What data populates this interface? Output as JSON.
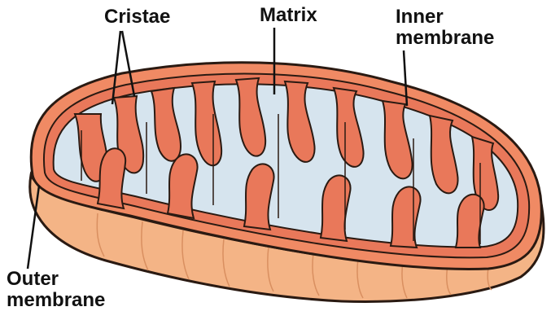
{
  "labels": {
    "cristae": "Cristae",
    "matrix": "Matrix",
    "inner_membrane_line1": "Inner",
    "inner_membrane_line2": "membrane",
    "outer_membrane_line1": "Outer",
    "outer_membrane_line2": "membrane"
  },
  "colors": {
    "outer_body": "#f4b486",
    "outer_body_edge": "#2a1a12",
    "intermembrane_space": "#f08a64",
    "inner_membrane": "#e9785a",
    "matrix": "#d6e4ee",
    "ink": "#111111"
  }
}
